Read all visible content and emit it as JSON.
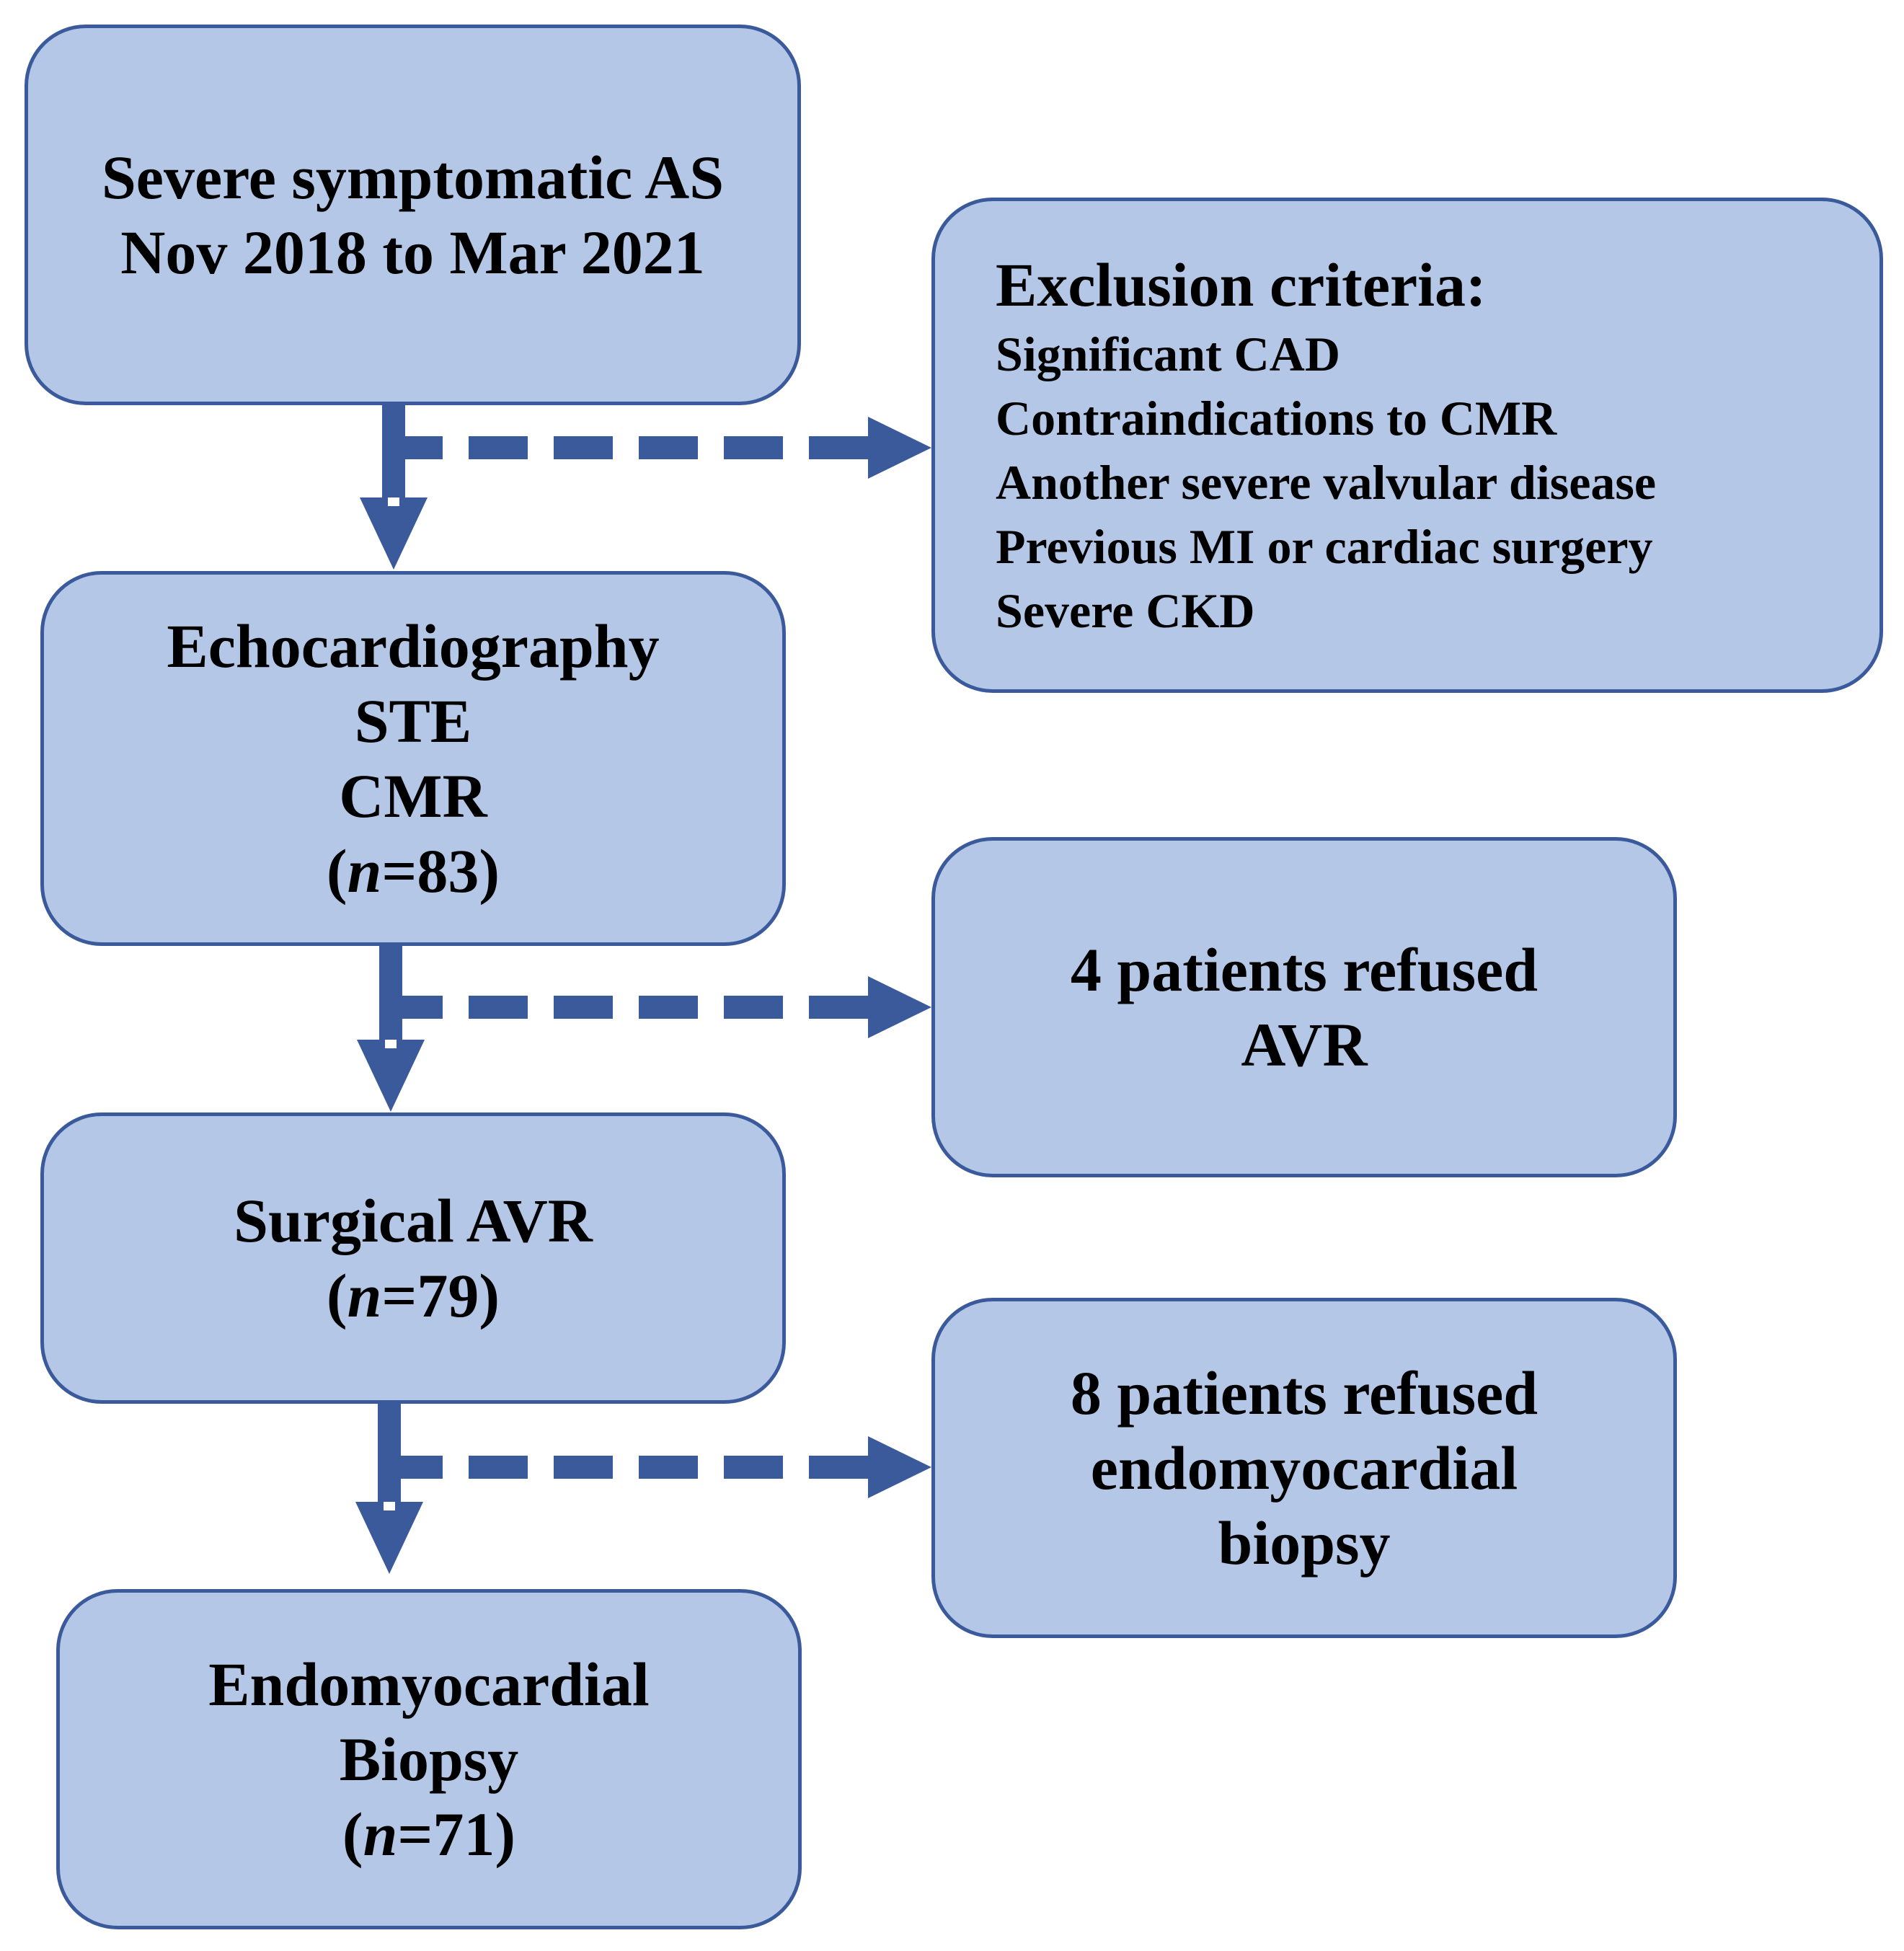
{
  "colors": {
    "box_fill": "#b4c7e7",
    "box_border": "#3a5a9b",
    "arrow": "#3a5a9b",
    "text": "#000000"
  },
  "nodes": {
    "cohort": {
      "lines": [
        "Severe symptomatic AS",
        "Nov 2018 to Mar 2021"
      ]
    },
    "exclusion": {
      "title": "Exclusion criteria:",
      "items": [
        "Significant CAD",
        "Contraindications to CMR",
        "Another severe valvular disease",
        "Previous MI or cardiac surgery",
        "Severe CKD"
      ]
    },
    "imaging": {
      "lines": [
        "Echocardiography",
        "STE",
        "CMR"
      ],
      "n_open": "(",
      "n_var": "n",
      "n_value": "=83)"
    },
    "refused_avr": {
      "lines": [
        "4 patients refused",
        "AVR"
      ]
    },
    "surgical": {
      "lines": [
        "Surgical AVR"
      ],
      "n_open": "(",
      "n_var": "n",
      "n_value": "=79)"
    },
    "refused_biopsy": {
      "lines": [
        "8 patients refused",
        "endomyocardial",
        "biopsy"
      ]
    },
    "biopsy": {
      "lines": [
        "Endomyocardial",
        "Biopsy"
      ],
      "n_open": "(",
      "n_var": "n",
      "n_value": "=71)"
    }
  }
}
